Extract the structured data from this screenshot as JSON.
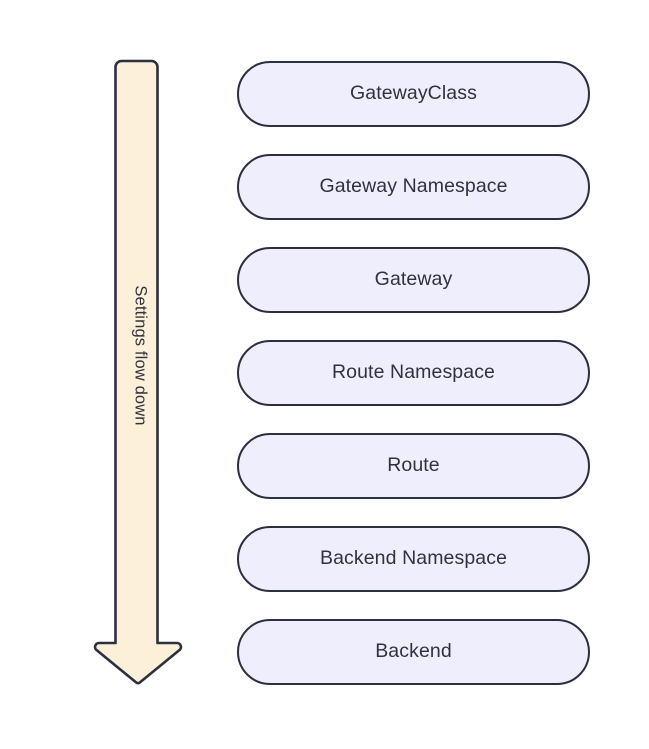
{
  "diagram": {
    "type": "flow-hierarchy",
    "background_color": "#ffffff",
    "arrow": {
      "label": "Settings flow down",
      "direction": "down",
      "fill_color": "#fdf0d9",
      "stroke_color": "#2b2f3e",
      "text_color": "#32323e",
      "text_orientation": "rotated-90-clockwise"
    },
    "nodes": {
      "shape": "pill",
      "fill_color": "#eeeefc",
      "stroke_color": "#2b2f3e",
      "text_color": "#32323e",
      "items": [
        {
          "label": "GatewayClass"
        },
        {
          "label": "Gateway Namespace"
        },
        {
          "label": "Gateway"
        },
        {
          "label": "Route Namespace"
        },
        {
          "label": "Route"
        },
        {
          "label": "Backend Namespace"
        },
        {
          "label": "Backend"
        }
      ]
    }
  }
}
